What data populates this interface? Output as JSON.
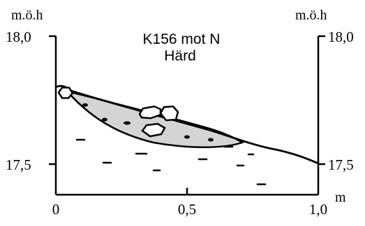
{
  "title": {
    "line1": "K156 mot N",
    "line2": "Härd"
  },
  "axes": {
    "y_unit_left": "m.ö.h",
    "y_unit_right": "m.ö.h",
    "x_unit": "m",
    "y_ticks_left": [
      "18,0",
      "17,5"
    ],
    "y_ticks_right": [
      "18,0",
      "17,5"
    ],
    "x_ticks": [
      "0",
      "0,5",
      "1,0"
    ]
  },
  "colors": {
    "ink": "#000000",
    "hearth_fill": "#d4d4d4",
    "stone_fill": "#ffffff"
  }
}
